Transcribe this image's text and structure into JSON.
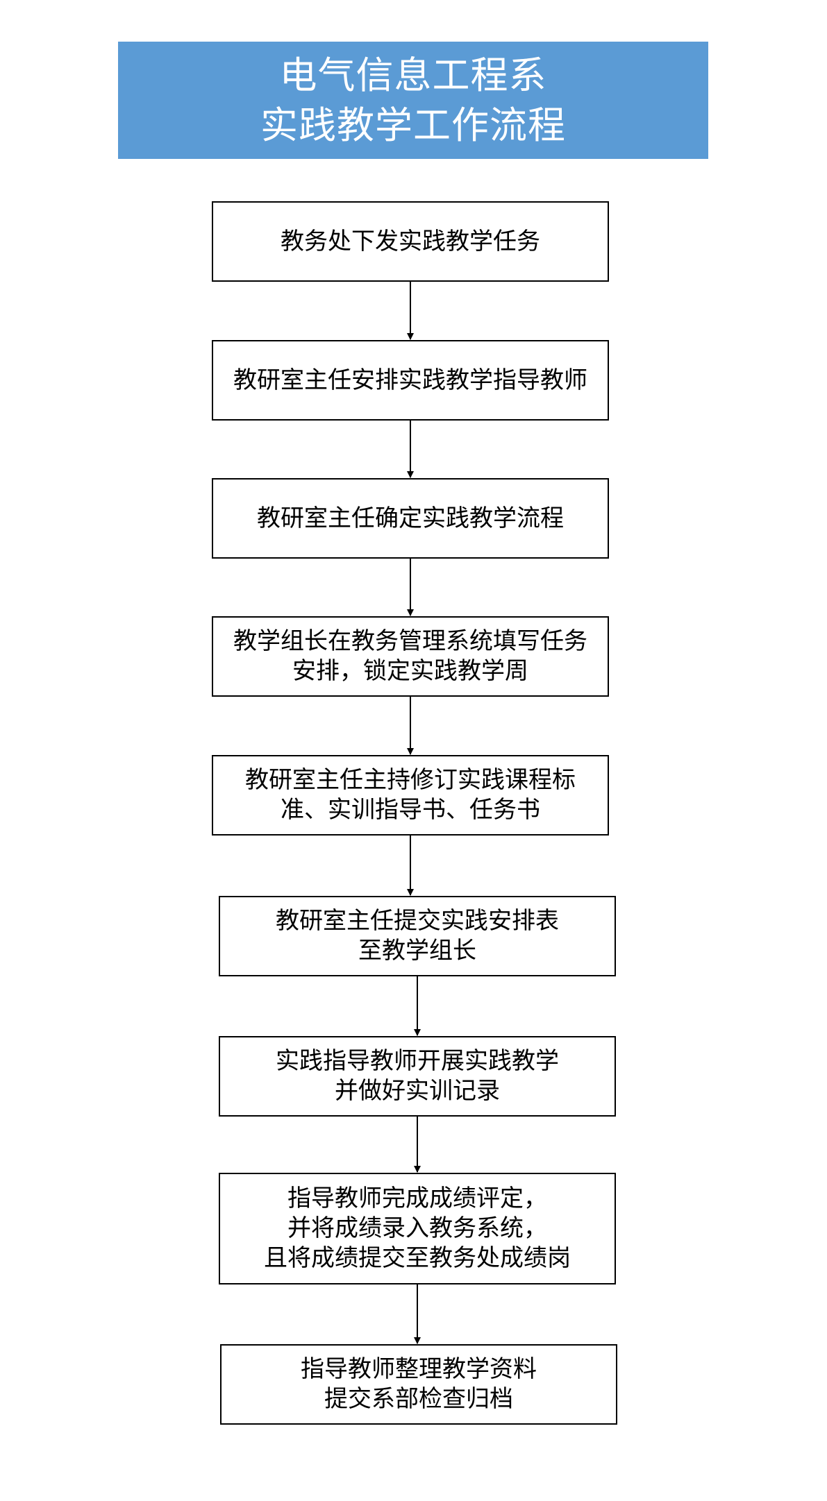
{
  "title": {
    "line1": "电气信息工程系",
    "line2": "实践教学工作流程"
  },
  "steps": [
    {
      "lines": [
        "教务处下发实践教学任务"
      ]
    },
    {
      "lines": [
        "教研室主任安排实践教学指导教师"
      ]
    },
    {
      "lines": [
        "教研室主任确定实践教学流程"
      ]
    },
    {
      "lines": [
        "教学组长在教务管理系统填写任务",
        "安排，锁定实践教学周"
      ]
    },
    {
      "lines": [
        "教研室主任主持修订实践课程标",
        "准、实训指导书、任务书"
      ]
    },
    {
      "lines": [
        "教研室主任提交实践安排表",
        "至教学组长"
      ]
    },
    {
      "lines": [
        "实践指导教师开展实践教学",
        "并做好实训记录"
      ]
    },
    {
      "lines": [
        "指导教师完成成绩评定，",
        "并将成绩录入教务系统，",
        "且将成绩提交至教务处成绩岗"
      ]
    },
    {
      "lines": [
        "指导教师整理教学资料",
        "提交系部检查归档"
      ]
    }
  ],
  "colors": {
    "banner": "#5b9bd5",
    "banner_text": "#ffffff",
    "box_border": "#000000",
    "text": "#000000"
  }
}
